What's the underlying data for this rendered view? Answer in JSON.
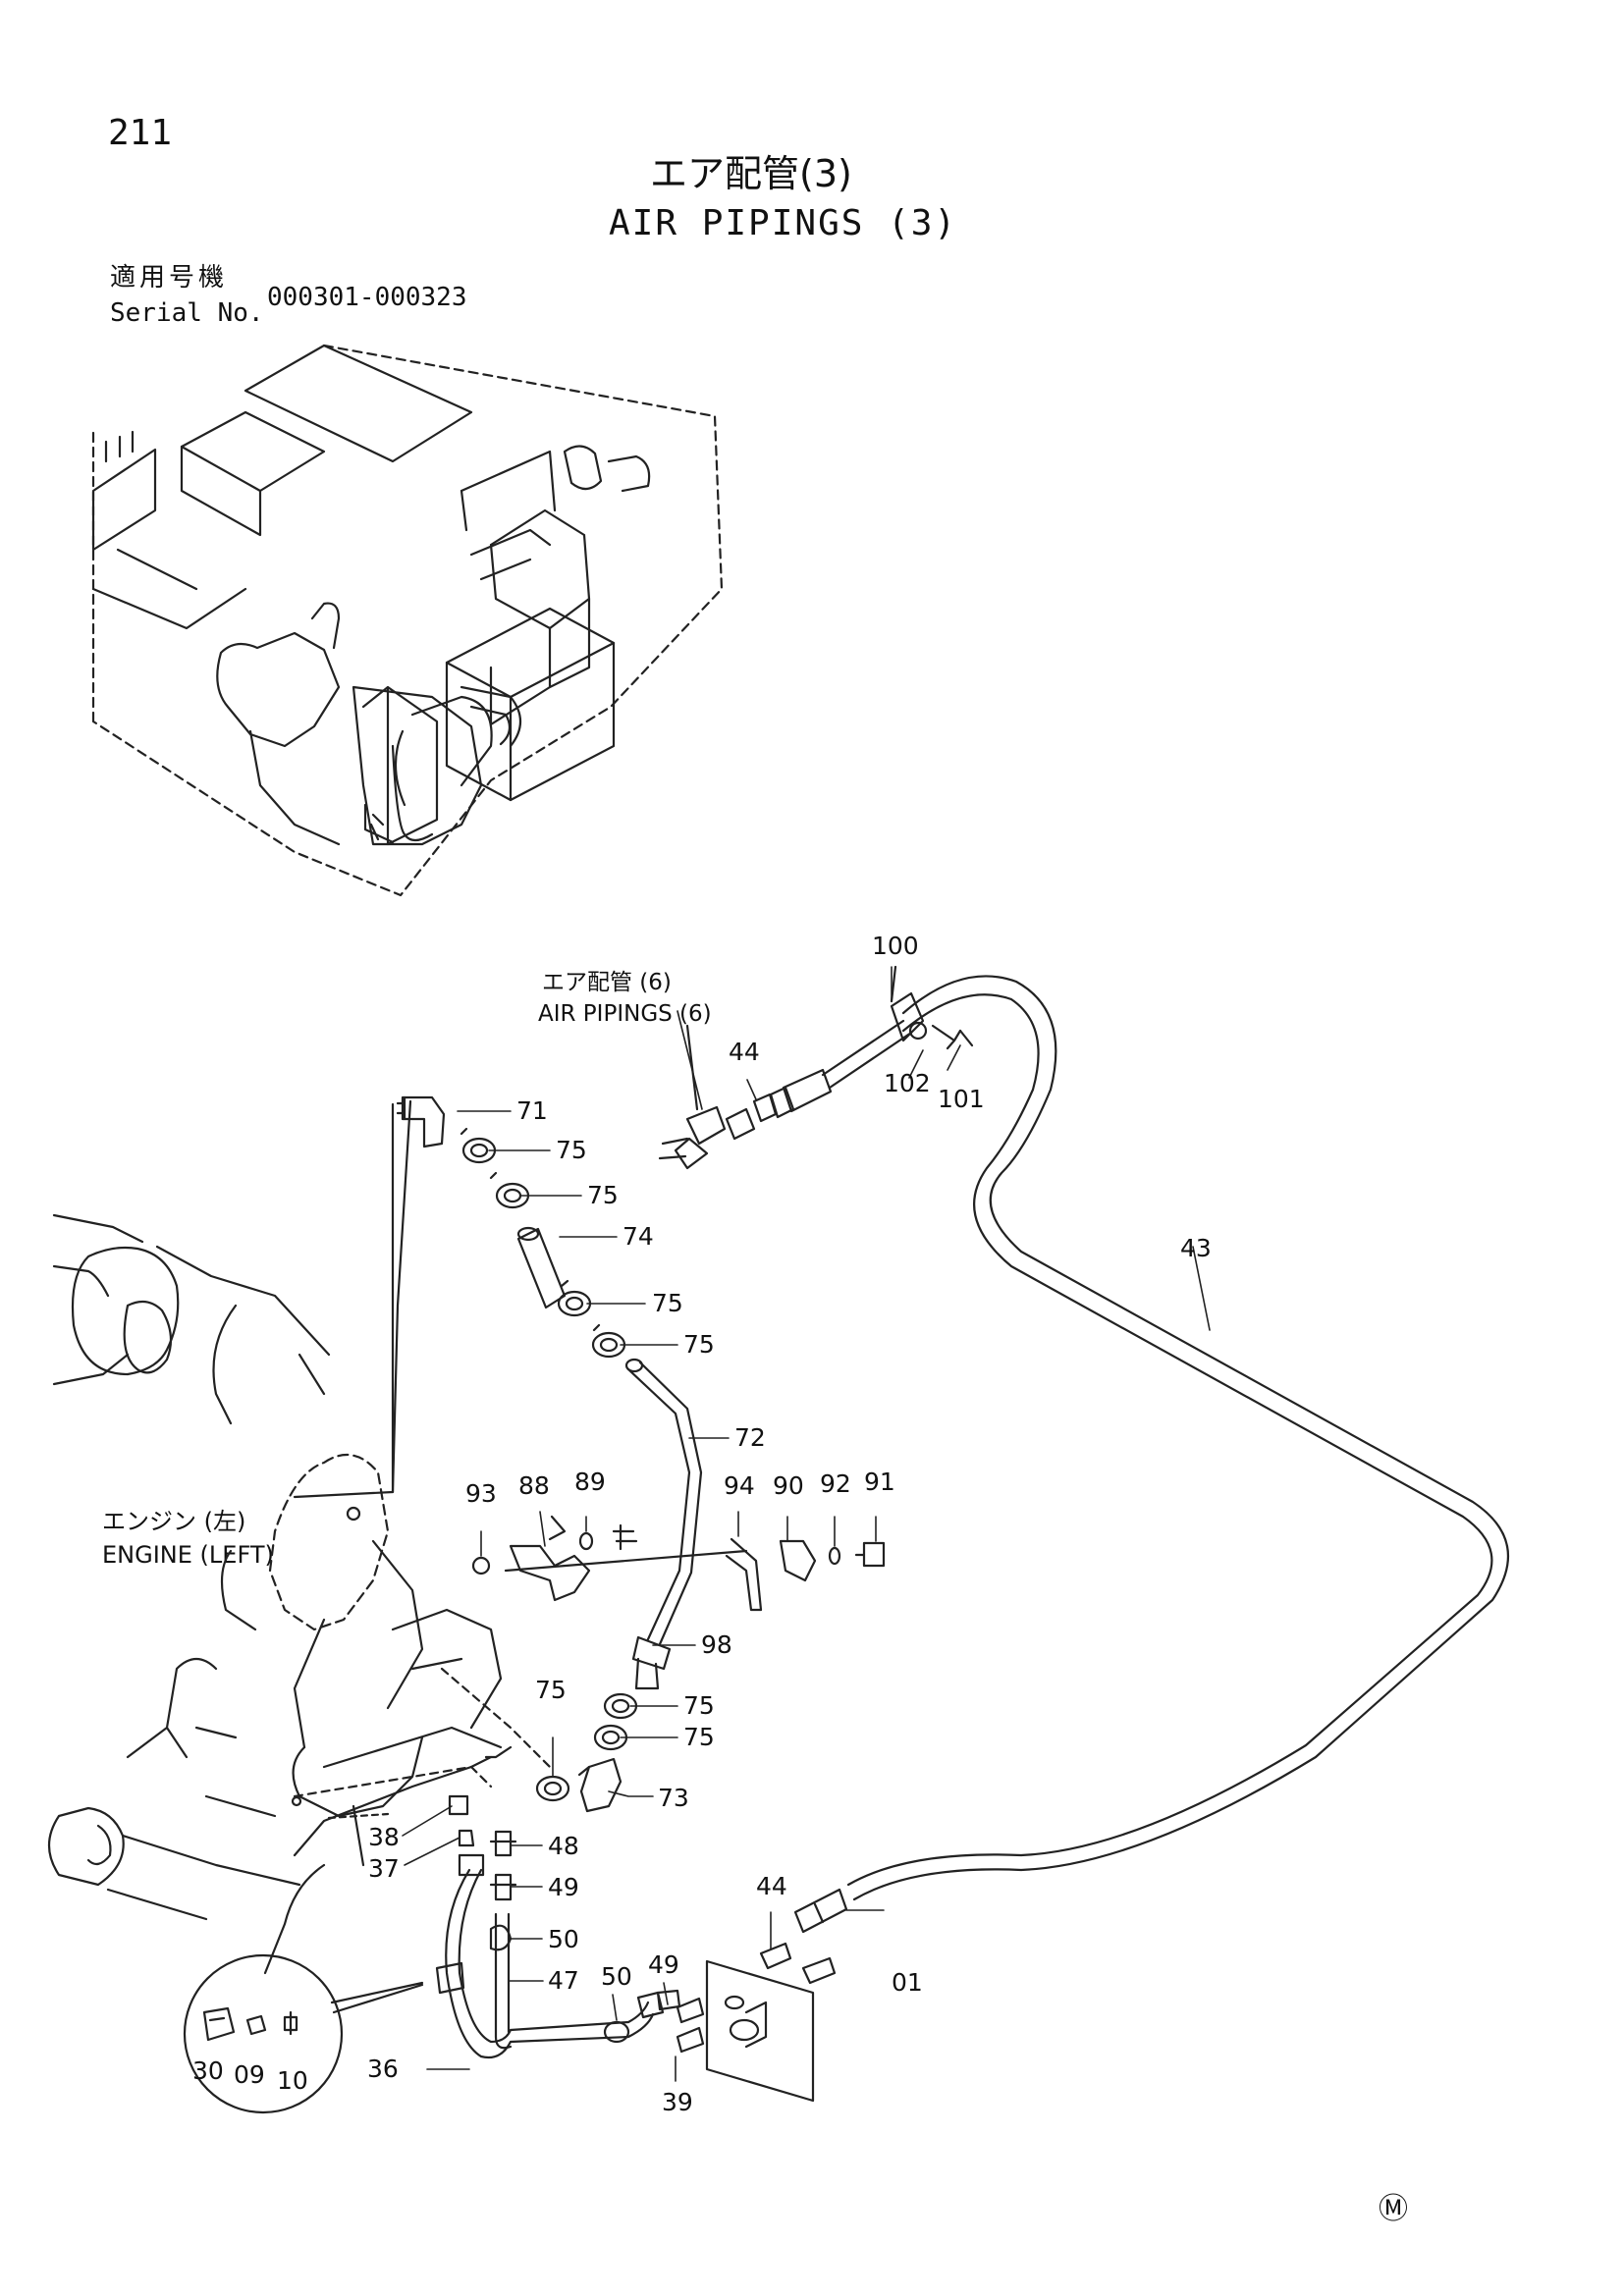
{
  "header": {
    "page_number": "211",
    "title_jp": "エア配管(3)",
    "title_en": "AIR PIPINGS (3)",
    "serial_label_jp": "適用号機",
    "serial_label_en": "Serial No.",
    "serial_value": "000301-000323"
  },
  "annotations": {
    "air_pipings_ref_jp": "エア配管 (6)",
    "air_pipings_ref_en": "AIR PIPINGS (6)",
    "engine_jp": "エンジン (左)",
    "engine_en": "ENGINE (LEFT)",
    "mark": "Ⓜ"
  },
  "part_callouts": [
    "100",
    "102",
    "101",
    "44",
    "71",
    "75",
    "75",
    "74",
    "75",
    "75",
    "43",
    "72",
    "93",
    "88",
    "89",
    "94",
    "90",
    "92",
    "91",
    "98",
    "75",
    "75",
    "75",
    "73",
    "38",
    "37",
    "48",
    "49",
    "50",
    "44",
    "49",
    "50",
    "01",
    "47",
    "36",
    "39",
    "30",
    "09",
    "10"
  ]
}
